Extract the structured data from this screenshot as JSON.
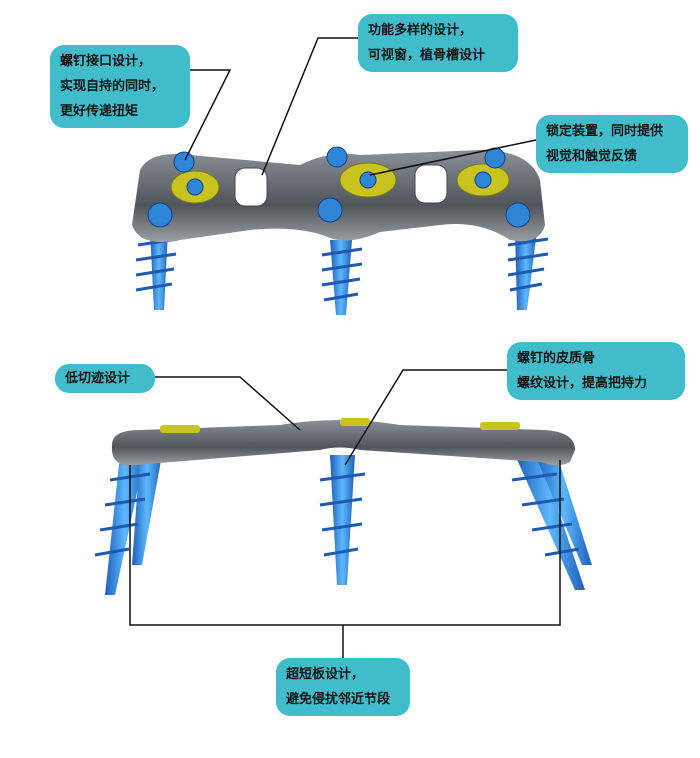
{
  "callouts": {
    "screw_interface": [
      "螺钉接口设计，",
      "实现自持的同时，",
      "更好传递扭矩"
    ],
    "multi_function": [
      "功能多样的设计，",
      "可视窗，植骨槽设计"
    ],
    "locking_device": [
      "锁定装置，同时提供",
      "视觉和触觉反馈"
    ],
    "low_profile": [
      "低切迹设计"
    ],
    "cortical_thread": [
      "螺钉的皮质骨",
      "螺纹设计，提高把持力"
    ],
    "short_plate": [
      "超短板设计，",
      "避免侵扰邻近节段"
    ]
  },
  "colors": {
    "callout": "#40bccb",
    "screw": "#2f86d8",
    "plate": "#6a6f76",
    "lock": "#c9c320"
  }
}
